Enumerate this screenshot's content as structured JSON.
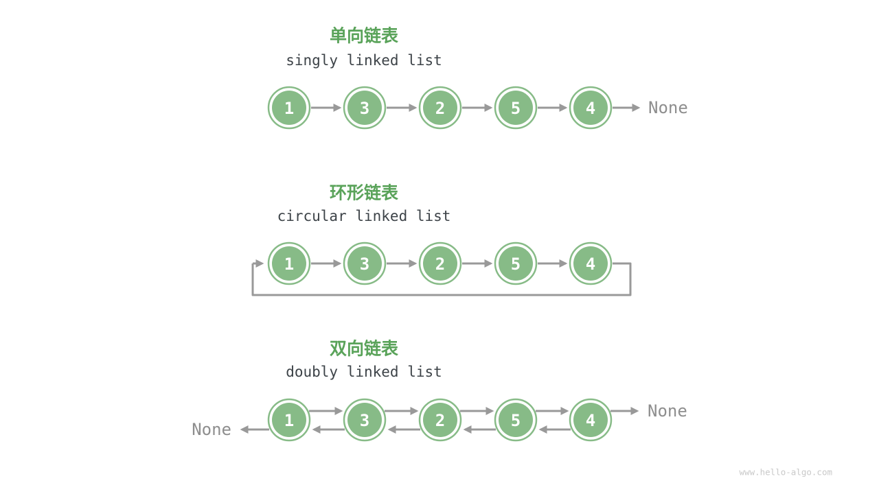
{
  "figure": {
    "watermark": "www.hello-algo.com",
    "colors": {
      "node_fill": "#87bb87",
      "node_ring": "#87bb87",
      "node_text": "#ffffff",
      "title_green": "#5aa35a",
      "subtitle_text": "#3d4348",
      "arrow_gray": "#999999",
      "none_text": "#8e8e8e",
      "watermark_gray": "#c9c9c9",
      "background": "#ffffff"
    },
    "sections": [
      {
        "id": "singly-linked-list",
        "title": "单向链表",
        "subtitle": "singly linked list",
        "node_values": [
          "1",
          "3",
          "2",
          "5",
          "4"
        ],
        "tail_label": "None"
      },
      {
        "id": "circular-linked-list",
        "title": "环形链表",
        "subtitle": "circular linked list",
        "node_values": [
          "1",
          "3",
          "2",
          "5",
          "4"
        ]
      },
      {
        "id": "doubly-linked-list",
        "title": "双向链表",
        "subtitle": "doubly linked list",
        "node_values": [
          "1",
          "3",
          "2",
          "5",
          "4"
        ],
        "head_label": "None",
        "tail_label": "None"
      }
    ]
  }
}
